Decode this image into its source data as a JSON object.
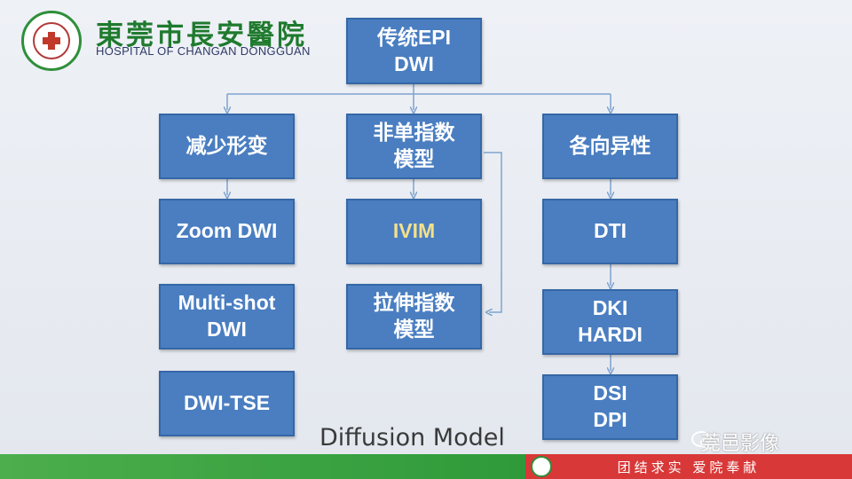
{
  "header": {
    "hospital_name_cn": "東莞市長安醫院",
    "hospital_name_en": "HOSPITAL OF CHANGAN DONGGUAN"
  },
  "nodes": {
    "root": "传统EPI\nDWI",
    "reduce_distortion": "减少形变",
    "non_mono_exp": "非单指数\n模型",
    "anisotropy": "各向异性",
    "zoom_dwi": "Zoom DWI",
    "multi_shot_dwi": "Multi-shot\nDWI",
    "dwi_tse": "DWI-TSE",
    "ivim": "IVIM",
    "stretched_exp": "拉伸指数\n模型",
    "dti": "DTI",
    "dki_hardi": "DKI\nHARDI",
    "dsi_dpi": "DSI\nDPI"
  },
  "caption": "Diffusion Model",
  "watermark": "莞邑影像",
  "footer": {
    "slogan": "团结求实 爱院奉献"
  },
  "colors": {
    "box_fill": "#4a7ec1",
    "box_border": "#3567a6",
    "highlight_text": "#f3e08a",
    "connector": "#7fa3cf",
    "footer_green": "#3aa043",
    "footer_red": "#d93838"
  }
}
